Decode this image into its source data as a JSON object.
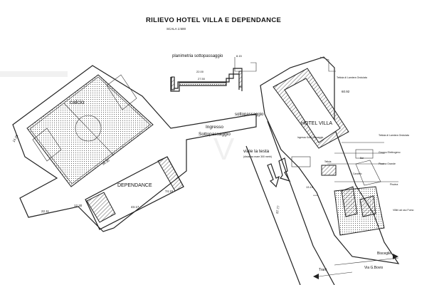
{
  "header": {
    "title": "RILIEVO HOTEL VILLA  E DEPENDANCE",
    "scale": "SCALA 1:500"
  },
  "labels": {
    "underpass_plan": "planimetria sottopassaggio",
    "calcio": "calcio",
    "dependance": "DEPENDANCE",
    "entrance_line1": "Ingresso",
    "entrance_line2": "Sottopassaggio",
    "sottopassaggio": "sottopassaggio",
    "hotel_villa": "HOTEL VILLA",
    "stars": "****",
    "viale_line1": "viale la testa",
    "viale_line2": "(distanza mare 300 metri)",
    "bisceglie": "Bisceglie",
    "via_bovio": "Via G.Bovio",
    "trani": "Trani",
    "watermark": "V"
  },
  "dimensions": {
    "field_length": "96.30",
    "dep_width": "74.15",
    "dep_base": "43.17",
    "left_stub": "22.11",
    "side_a": "14.25",
    "side_b": "12.30",
    "side_c": "13.19",
    "viale_len": "87.77",
    "plan_top": "22.00",
    "plan_mid": "27.50",
    "plan_side": "8.15",
    "hotel_side": "60.92"
  },
  "legend_notes": [
    "Tettoia di Lamiera Ondulata",
    "Tettoia di Lamiera Ondulata",
    "Gruppo Elettrogeno",
    "Piscina Grande",
    "Piscina",
    "Villini ad uso Fumo"
  ],
  "small_notes": [
    "Ingresso Sotto Passaggio",
    "Tettoia",
    "Cancello",
    "Bar"
  ],
  "colors": {
    "line": "#222222",
    "hatch": "#555555",
    "background": "#ffffff"
  }
}
